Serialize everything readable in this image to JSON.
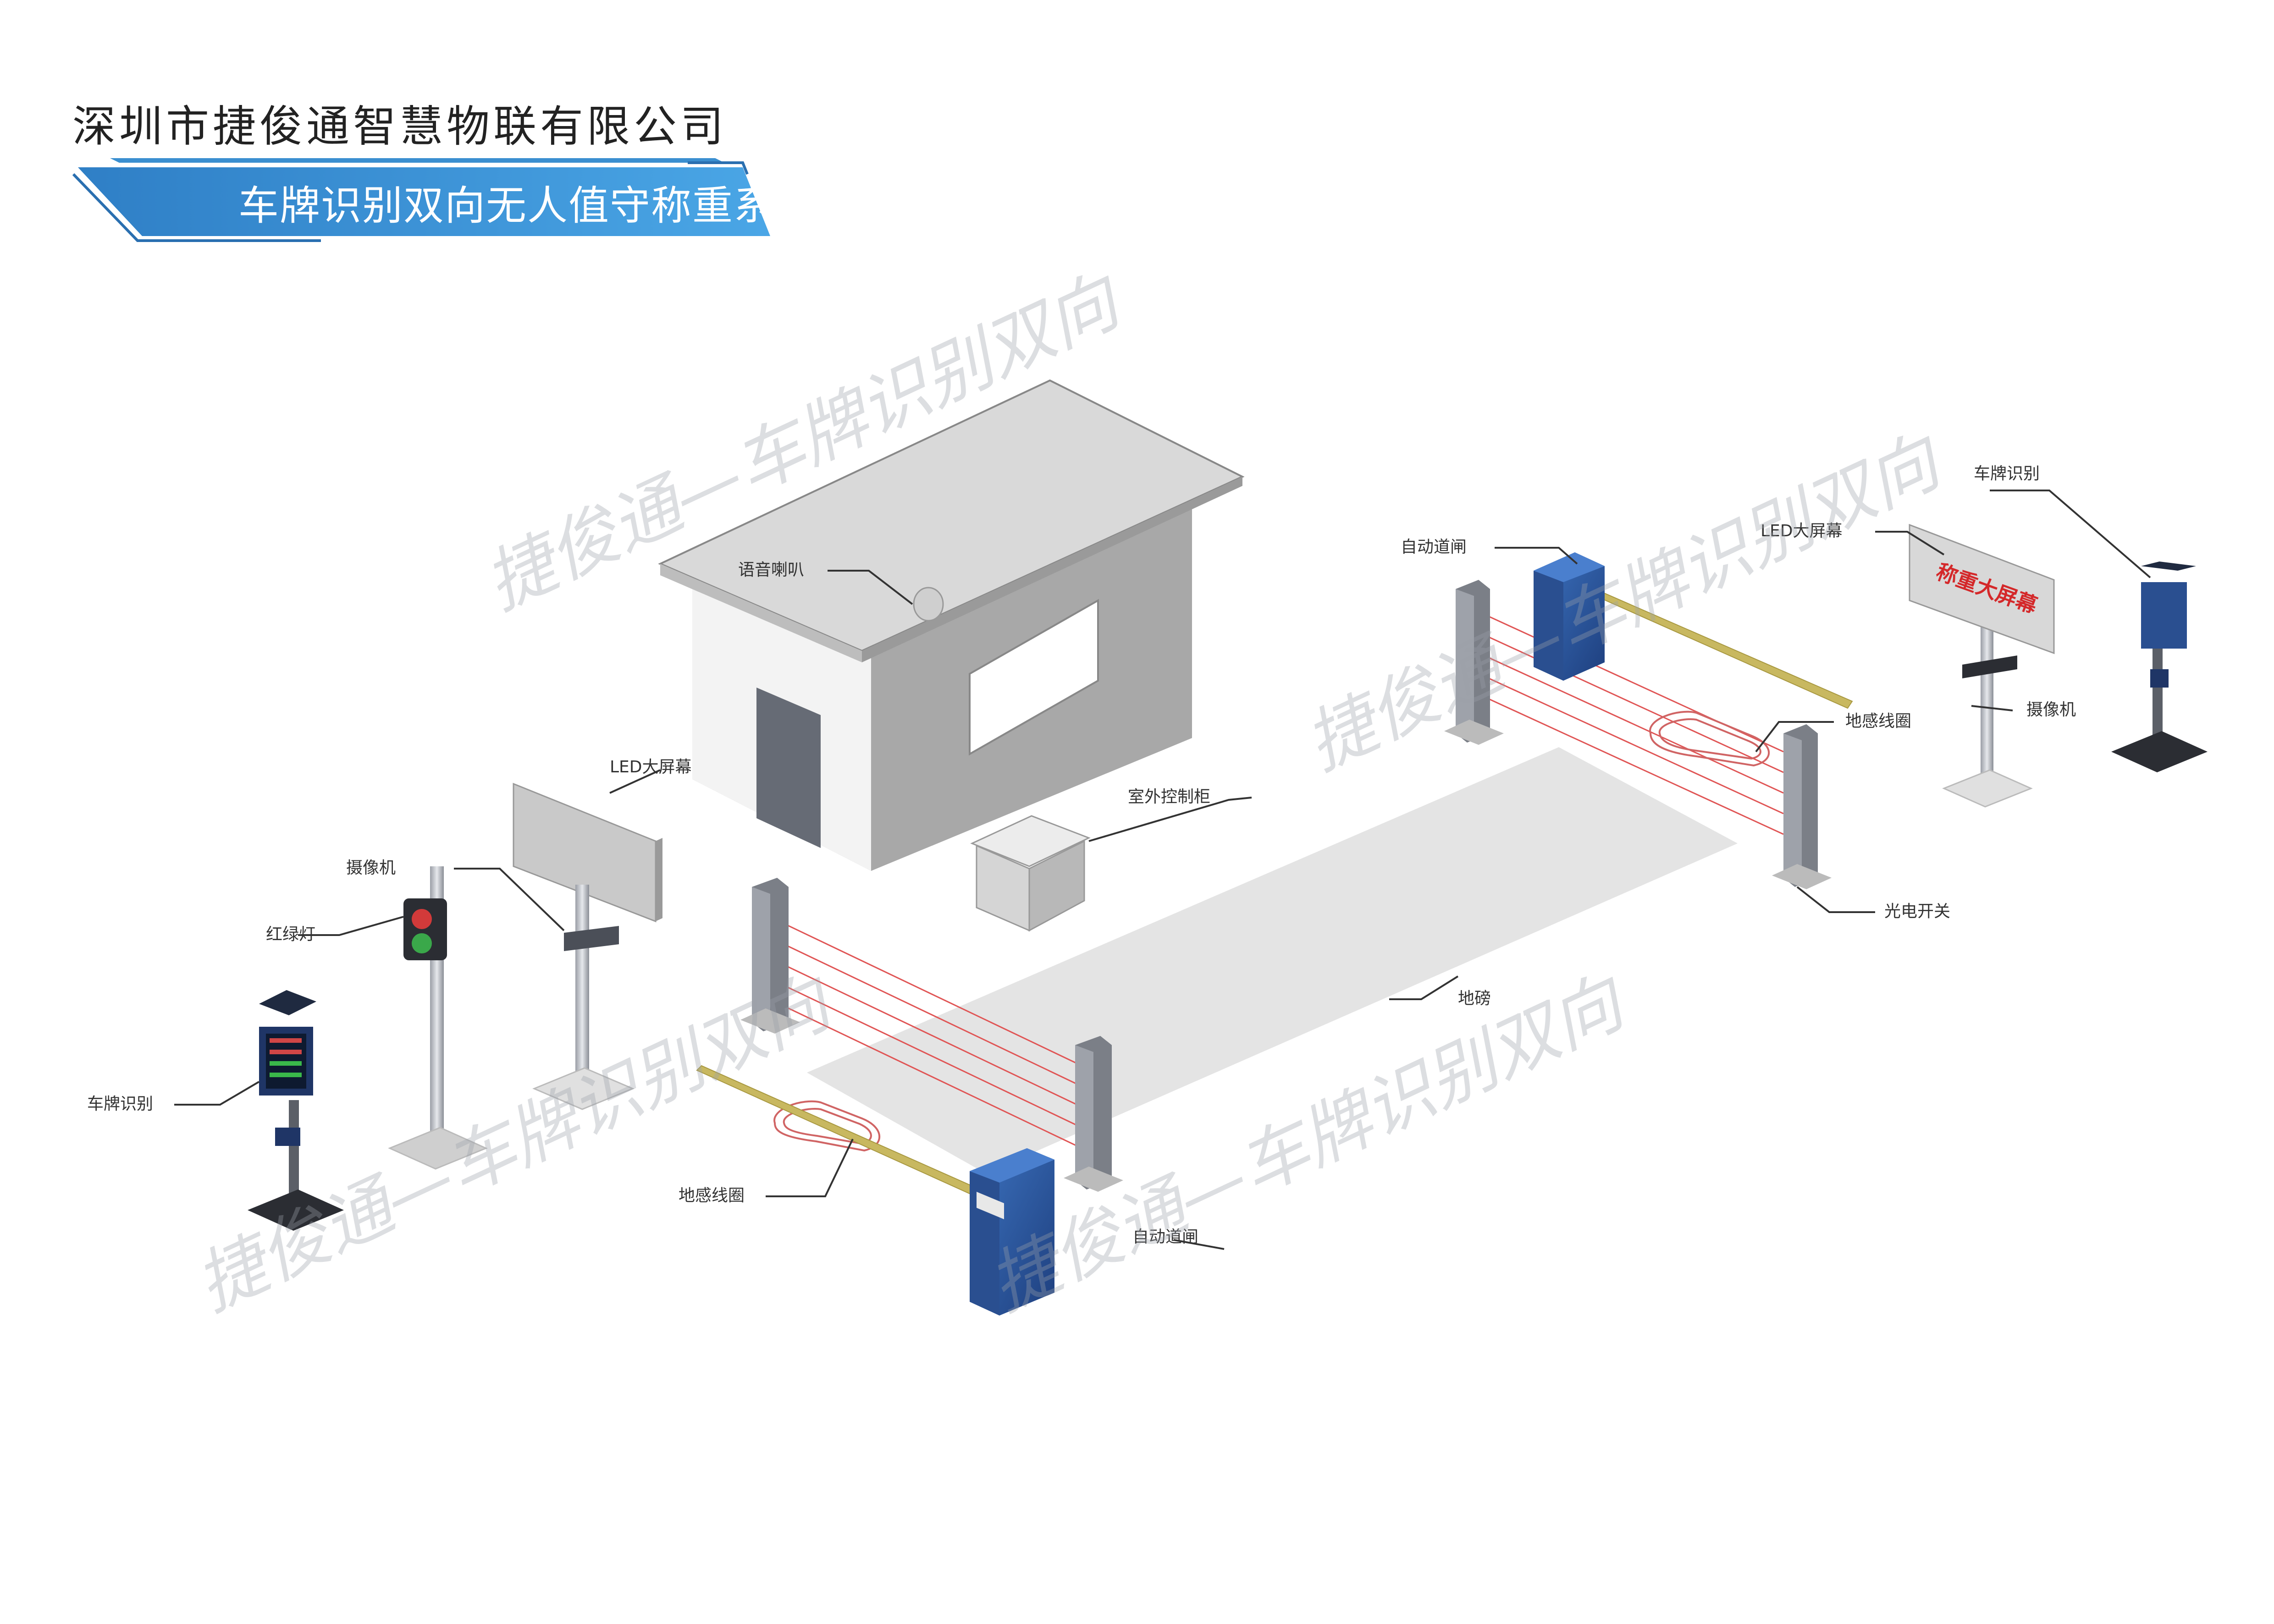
{
  "header": {
    "company": "深圳市捷俊通智慧物联有限公司",
    "title": "车牌识别双向无人值守称重系统"
  },
  "watermark": "捷俊通—车牌识别双向",
  "labels": {
    "speaker": "语音喇叭",
    "led_screen_left": "LED大屏幕",
    "outdoor_cabinet": "室外控制柜",
    "camera": "摄像机",
    "traffic_light": "红绿灯",
    "plate_recognition_left": "车牌识别",
    "loop_coil_left": "地感线圈",
    "barrier_gate_left": "自动道闸",
    "weighbridge": "地磅",
    "barrier_gate_right": "自动道闸",
    "led_screen_right": "LED大屏幕",
    "plate_recognition_right": "车牌识别",
    "camera_right": "摄像机",
    "loop_coil_right": "地感线圈",
    "photoelectric_switch": "光电开关"
  },
  "sign_text": "称重大屏幕",
  "colors": {
    "header_band": "#3a8fd0",
    "header_band_dark": "#2a6fb0",
    "gate_blue": "#2f5fa8",
    "laser": "#e05555",
    "boom": "#c8b860",
    "sign_red": "#d4282a"
  }
}
